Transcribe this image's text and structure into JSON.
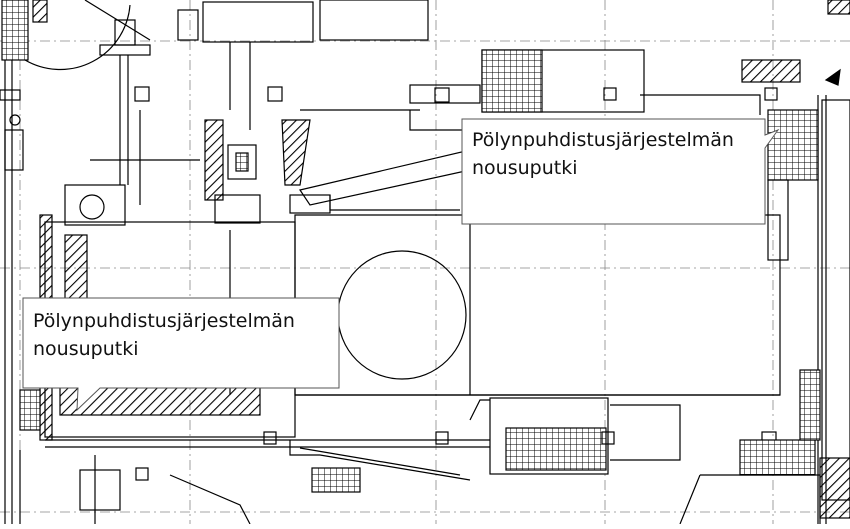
{
  "drawing": {
    "callouts": [
      {
        "line1": "Pölynpuhdistusjärjestelmän",
        "line2": "nousuputki"
      },
      {
        "line1": "Pölynpuhdistusjärjestelmän",
        "line2": "nousuputki"
      }
    ]
  }
}
